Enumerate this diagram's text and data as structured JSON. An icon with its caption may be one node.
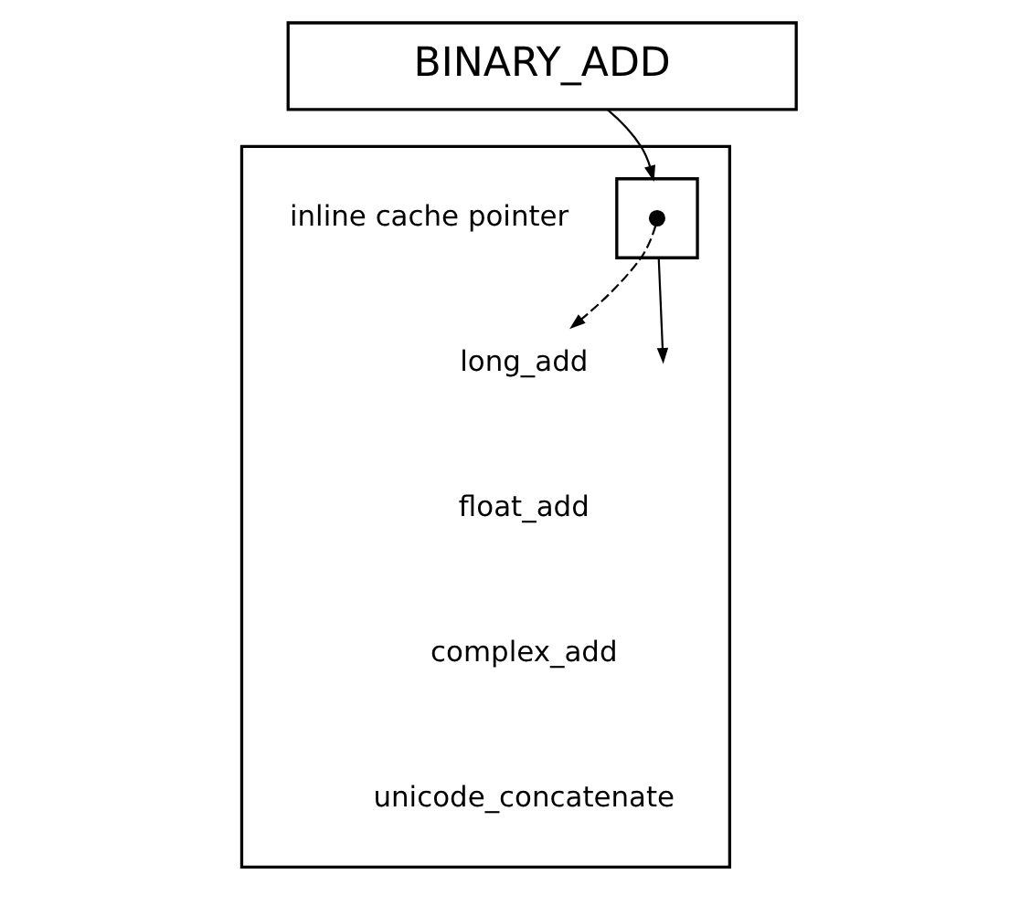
{
  "diagram": {
    "nodes": [
      {
        "text": [
          "BINARY_ADD"
        ]
      },
      {
        "text": [],
        "shape": "box"
      },
      {
        "text": [],
        "shape": "box",
        "in": 1,
        "beside": [
          "inline cache pointer"
        ]
      },
      {
        "text": [],
        "shape": "circle",
        "in": 2
      },
      {
        "text": [
          "long_add"
        ],
        "in": 1
      }
    ],
    "edges": [
      {
        "from": 0,
        "to": 2,
        "arrow": "to"
      },
      {
        "from": 2,
        "to": null,
        "arrow": "to"
      },
      {
        "from": 3,
        "to": 4,
        "arrow": "to",
        "style": "dashed"
      }
    ],
    "labels": [
      "float_add",
      "complex_add",
      "unicode_concatenate"
    ]
  }
}
